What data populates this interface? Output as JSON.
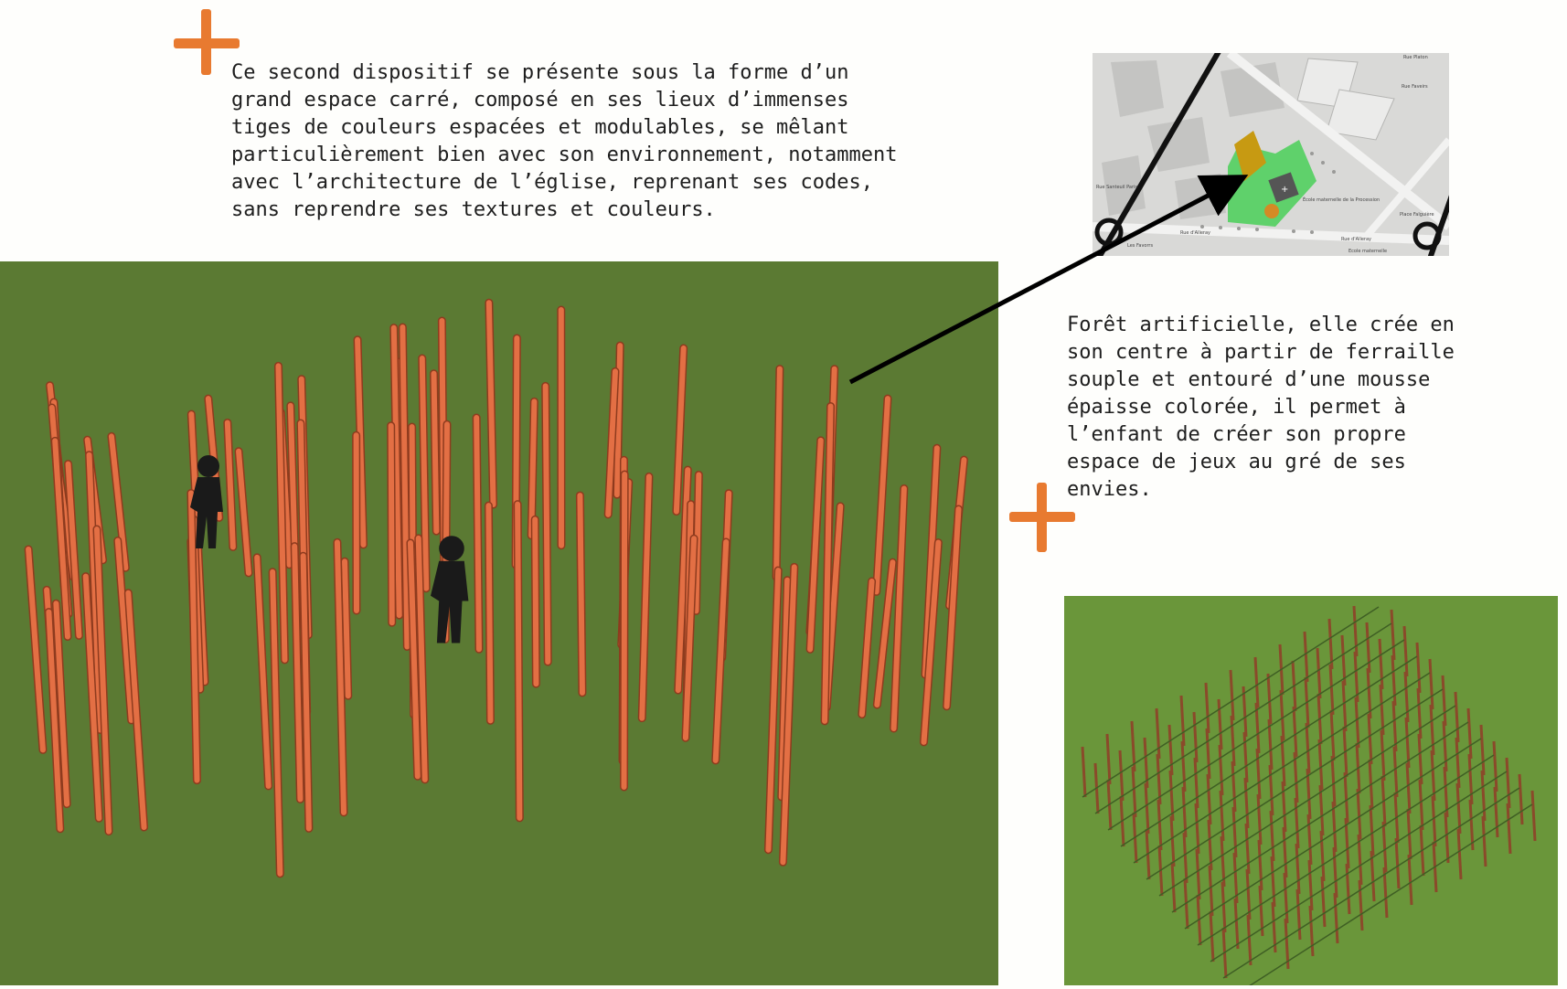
{
  "intro_text": "Ce second dispositif se présente sous la forme d’un\ngrand espace carré, composé en ses lieux d’immenses\ntiges de couleurs espacées et modulables, se mêlant\nparticulièrement bien avec son environnement, notamment\navec l’architecture de l’église, reprenant ses codes,\nsans reprendre ses textures et couleurs.",
  "detail_text": "Forêt artificielle, elle crée en\nson centre à partir de ferraille\nsouple et entouré d’une mousse\népaisse colorée, il permet à\nl’enfant de créer son propre\nespace de jeux au gré de ses\nenvies.",
  "map": {
    "labels": [
      "Rue Platon",
      "Rue Faveirs",
      "Rue d'Alleray",
      "Rue d'Alleray",
      "École maternelle de la Procession",
      "Place Falguière",
      "Les Favorrs",
      "Ecole maternelle",
      "Rue Santeuil Paris"
    ]
  },
  "colors": {
    "accent": "#e87a30",
    "ground_main": "#5b7a33",
    "ground_small": "#6a963a",
    "pole": "#e36f44",
    "pole_outline": "#8e3b1e",
    "map_site_green": "#5fd16b",
    "map_site_ochre": "#c79a12"
  },
  "icons": [
    "plus-icon",
    "person-silhouette-icon",
    "arrow-icon",
    "church-cross-icon"
  ]
}
